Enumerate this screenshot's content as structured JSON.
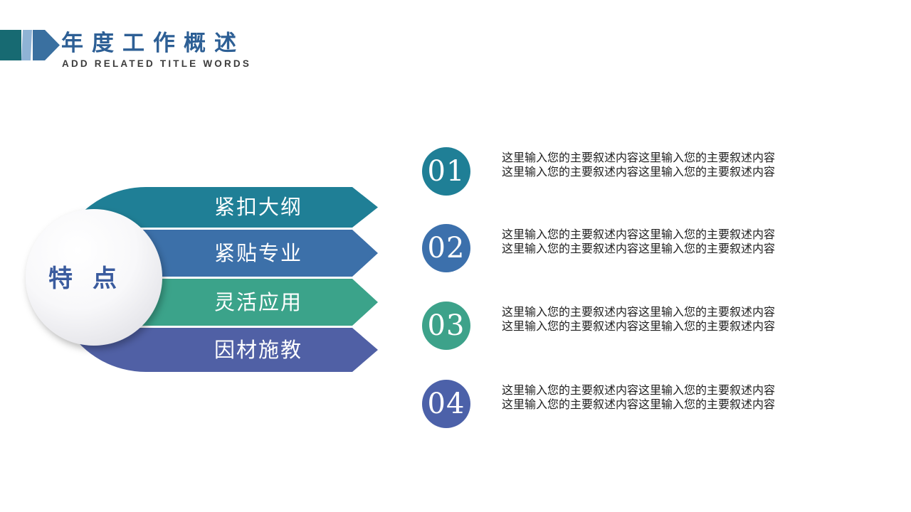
{
  "slide": {
    "header": {
      "title": "年度工作概述",
      "title_color": "#2D5F95",
      "subtitle": "ADD RELATED TITLE WORDS",
      "subtitle_color": "#3C3C3C",
      "decoration": {
        "square_color": "#176A72",
        "stripe_color": "#8FB3D5",
        "arrow_color": "#3A70A0"
      }
    },
    "feature": {
      "label": "特点",
      "label_color": "#3A5B9E",
      "arrows": [
        {
          "label": "紧扣大纲",
          "color": "#1F7F96"
        },
        {
          "label": "紧贴专业",
          "color": "#3C70A9"
        },
        {
          "label": "灵活应用",
          "color": "#3BA38A"
        },
        {
          "label": "因材施教",
          "color": "#5060A5"
        }
      ]
    },
    "items": [
      {
        "number": "01",
        "color": "#1F7F96",
        "text": "这里输入您的主要叙述内容这里输入您的主要叙述内容这里输入您的主要叙述内容这里输入您的主要叙述内容"
      },
      {
        "number": "02",
        "color": "#3C70AC",
        "text": "这里输入您的主要叙述内容这里输入您的主要叙述内容这里输入您的主要叙述内容这里输入您的主要叙述内容"
      },
      {
        "number": "03",
        "color": "#3DA28A",
        "text": "这里输入您的主要叙述内容这里输入您的主要叙述内容这里输入您的主要叙述内容这里输入您的主要叙述内容"
      },
      {
        "number": "04",
        "color": "#4C61A9",
        "text": "这里输入您的主要叙述内容这里输入您的主要叙述内容这里输入您的主要叙述内容这里输入您的主要叙述内容"
      }
    ]
  }
}
